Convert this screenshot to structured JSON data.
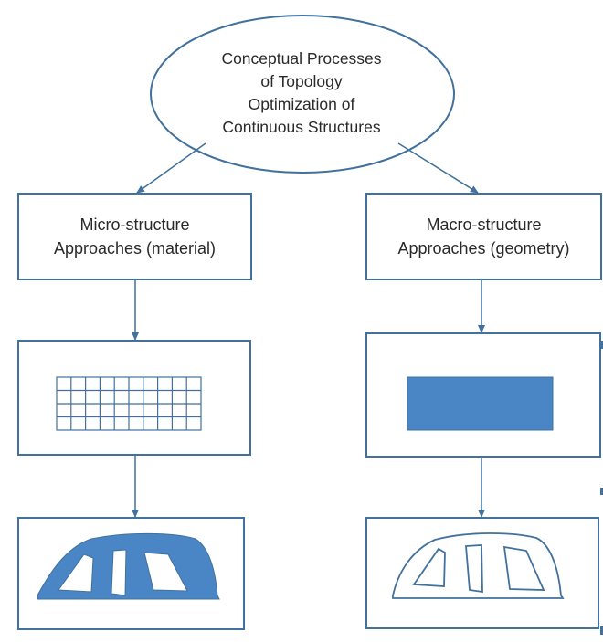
{
  "root": {
    "lines": [
      "Conceptual Processes",
      "of Topology",
      "Optimization of",
      "Continuous Structures"
    ]
  },
  "micro": {
    "lines": [
      "Micro-structure",
      "Approaches (material)"
    ]
  },
  "macro": {
    "lines": [
      "Macro-structure",
      "Approaches (geometry)"
    ]
  },
  "colors": {
    "stroke": "#41719c",
    "fill": "#4a86c5",
    "text": "#2a2a2a"
  }
}
